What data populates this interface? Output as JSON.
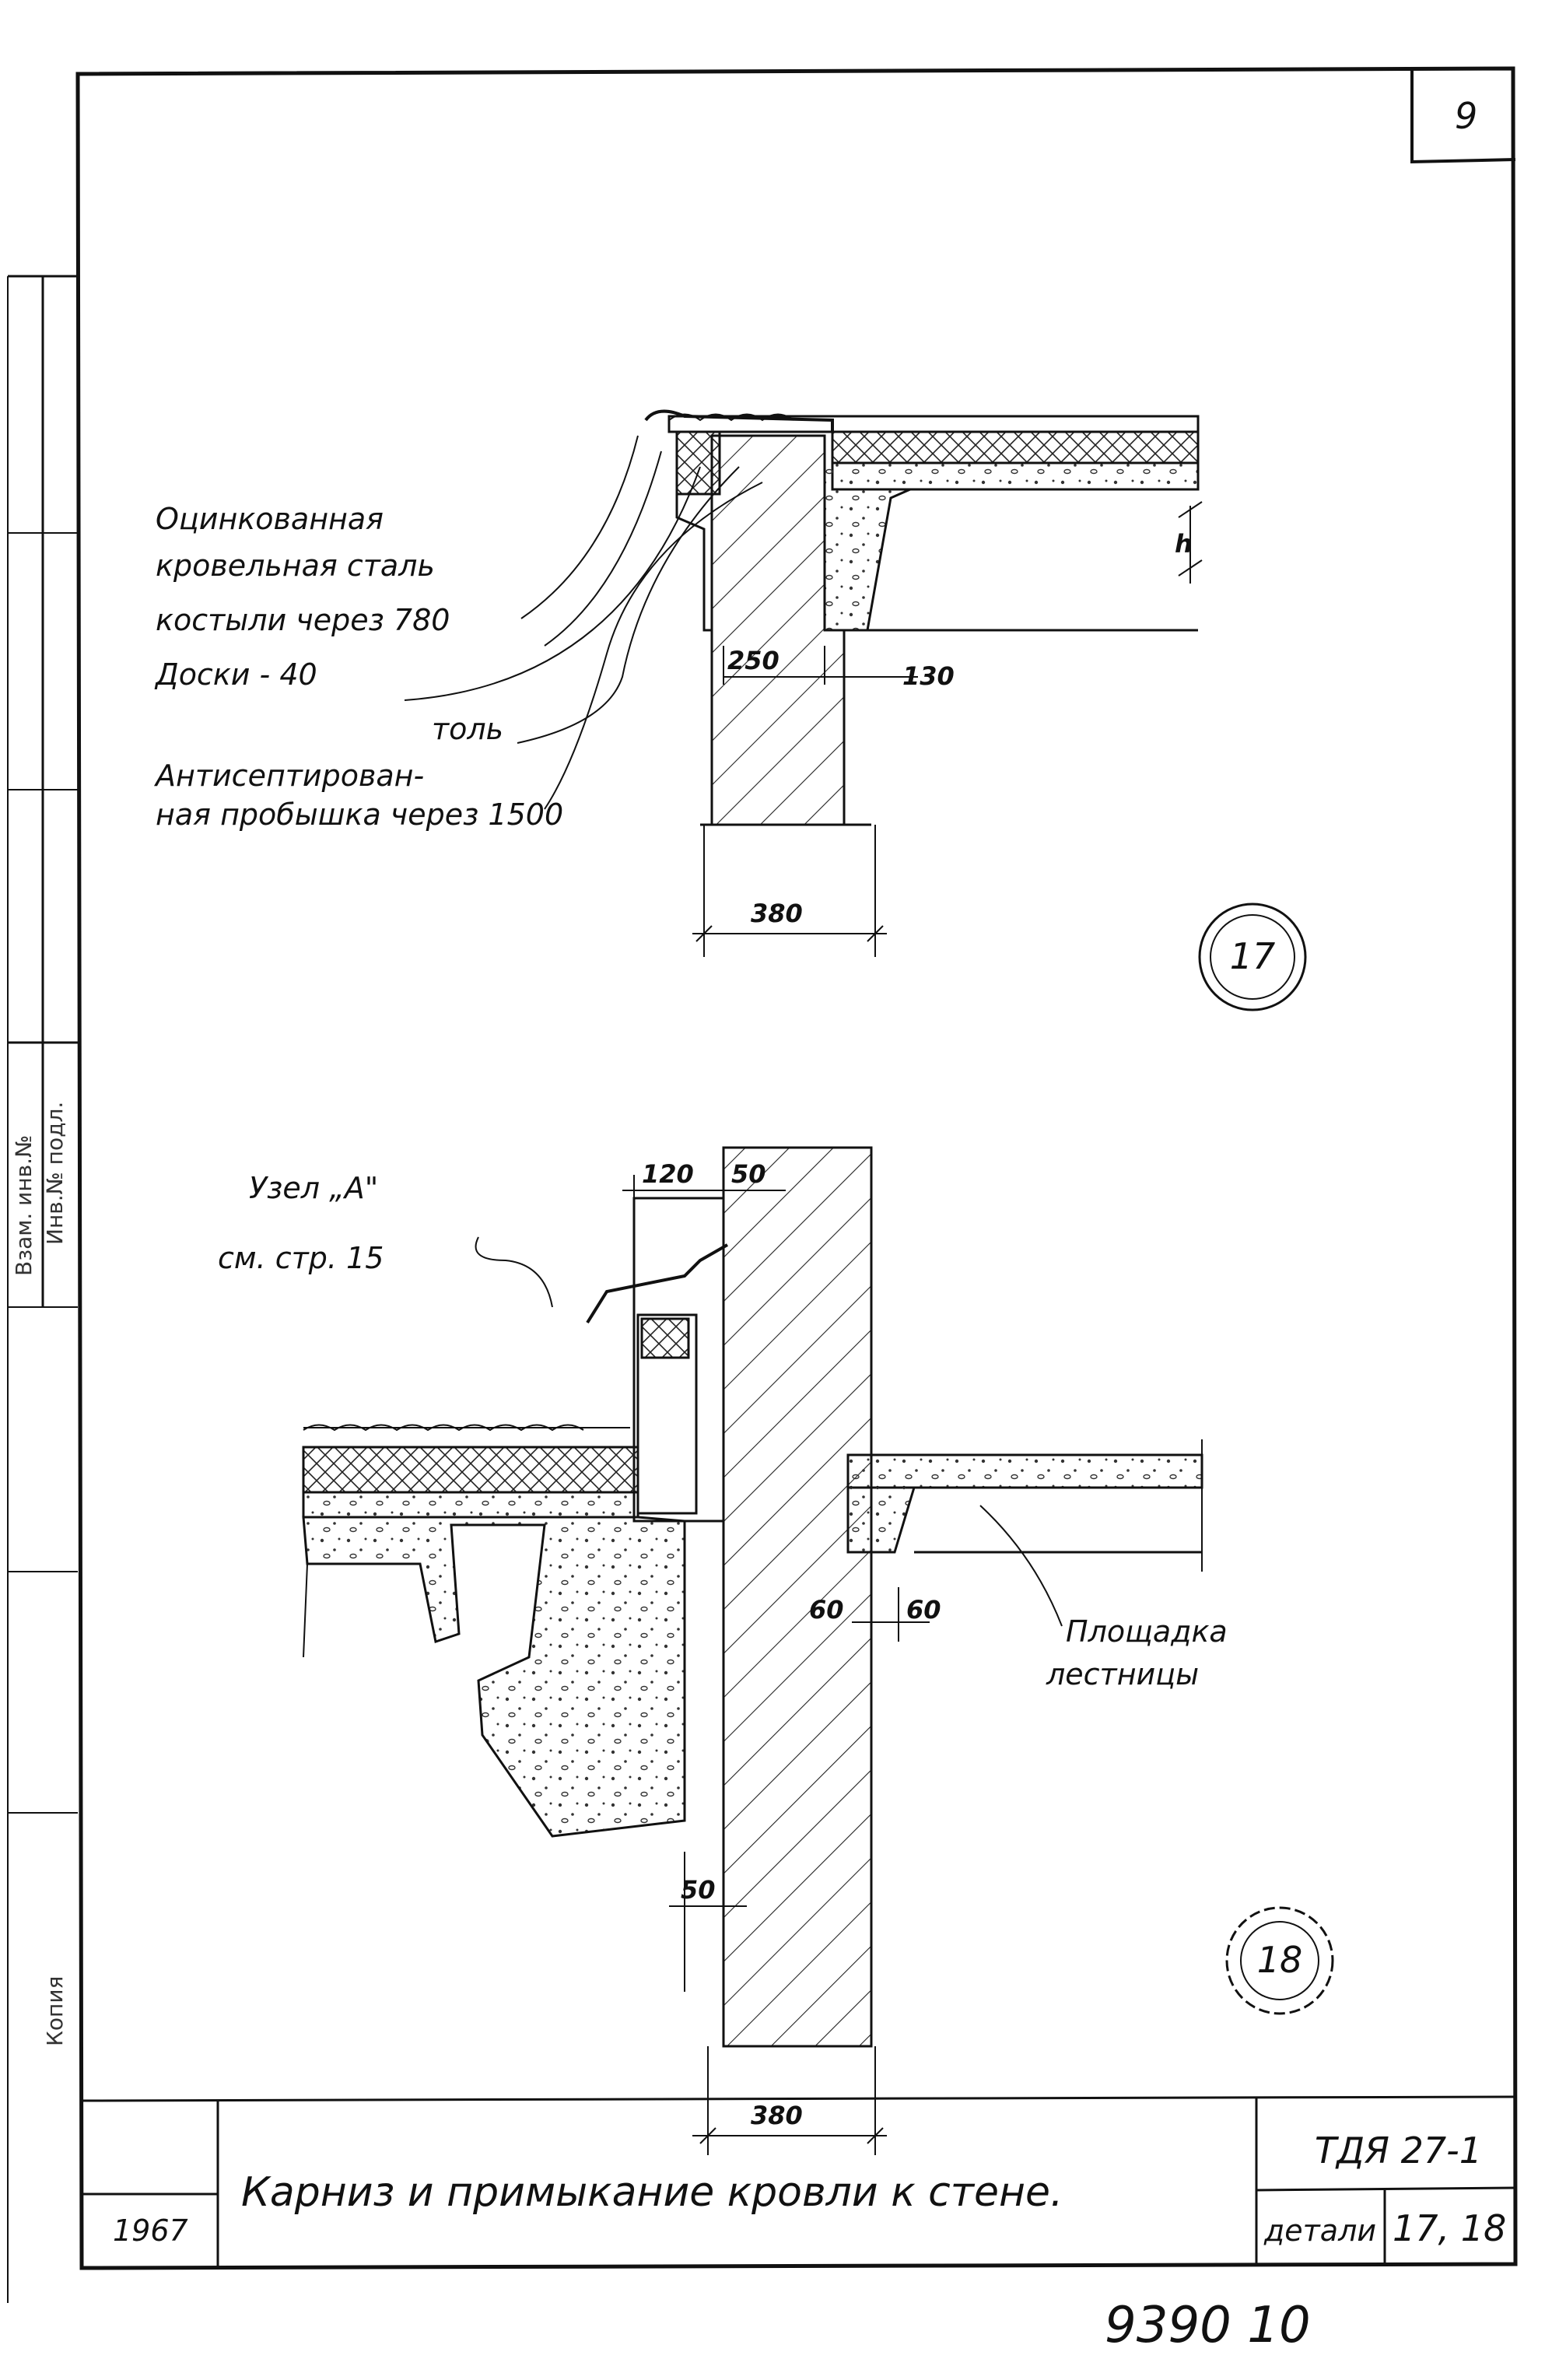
{
  "sheet": {
    "page_number": "9",
    "footer_number": "9390 10",
    "side_marks": [
      "Инв.№ подл.",
      "Взам. инв.№",
      "Копия"
    ]
  },
  "detail_17": {
    "marker": "17",
    "labels": [
      "Оцинкованная кровельная сталь",
      "костыли через 780",
      "Доски - 40",
      "толь",
      "Антисептированная пробышка через 1500"
    ],
    "dimensions": {
      "wall_top": "250",
      "slab": "130",
      "wall": "380",
      "height": "h"
    }
  },
  "detail_18": {
    "marker": "18",
    "node_reference": "Узел „А\" см. стр. 15",
    "landing_label": "Площадка лестницы",
    "dimensions": {
      "d120": "120",
      "d50_top": "50",
      "d60_left": "60",
      "d60": "60",
      "d50_bottom": "50",
      "wall": "380"
    }
  },
  "title_block": {
    "year": "1967",
    "title": "Карниз и примыкание кровли к стене.",
    "code": "ТДЯ 27-1",
    "details_label": "детали",
    "details_value": "17, 18"
  }
}
